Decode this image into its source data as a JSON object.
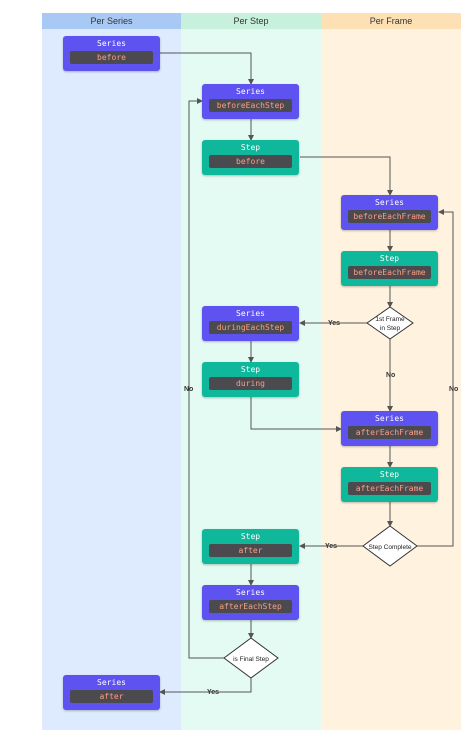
{
  "lanes": {
    "series": "Per Series",
    "step": "Per Step",
    "frame": "Per Frame"
  },
  "colors": {
    "series_node": "#5e52f0",
    "step_node": "#0fb89a",
    "lane_series": "#deebff",
    "lane_step": "#e3fbf3",
    "lane_frame": "#fff3e0"
  },
  "nodes": {
    "series_before": {
      "kind": "Series",
      "fn": "before"
    },
    "series_before_each_step": {
      "kind": "Series",
      "fn": "beforeEachStep"
    },
    "step_before": {
      "kind": "Step",
      "fn": "before"
    },
    "series_before_each_frame": {
      "kind": "Series",
      "fn": "beforeEachFrame"
    },
    "step_before_each_frame": {
      "kind": "Step",
      "fn": "beforeEachFrame"
    },
    "series_during_each_step": {
      "kind": "Series",
      "fn": "duringEachStep"
    },
    "step_during": {
      "kind": "Step",
      "fn": "during"
    },
    "series_after_each_frame": {
      "kind": "Series",
      "fn": "afterEachFrame"
    },
    "step_after_each_frame": {
      "kind": "Step",
      "fn": "afterEachFrame"
    },
    "step_after": {
      "kind": "Step",
      "fn": "after"
    },
    "series_after_each_step": {
      "kind": "Series",
      "fn": "afterEachStep"
    },
    "series_after": {
      "kind": "Series",
      "fn": "after"
    }
  },
  "decisions": {
    "first_frame": [
      "1st Frame",
      "in Step"
    ],
    "step_complete": "Step Complete",
    "is_final_step": "is Final Step"
  },
  "edge_labels": {
    "first_frame_yes": "Yes",
    "first_frame_no": "No",
    "step_complete_yes": "Yes",
    "step_complete_no": "No",
    "final_step_yes": "Yes",
    "final_step_no": "No"
  }
}
